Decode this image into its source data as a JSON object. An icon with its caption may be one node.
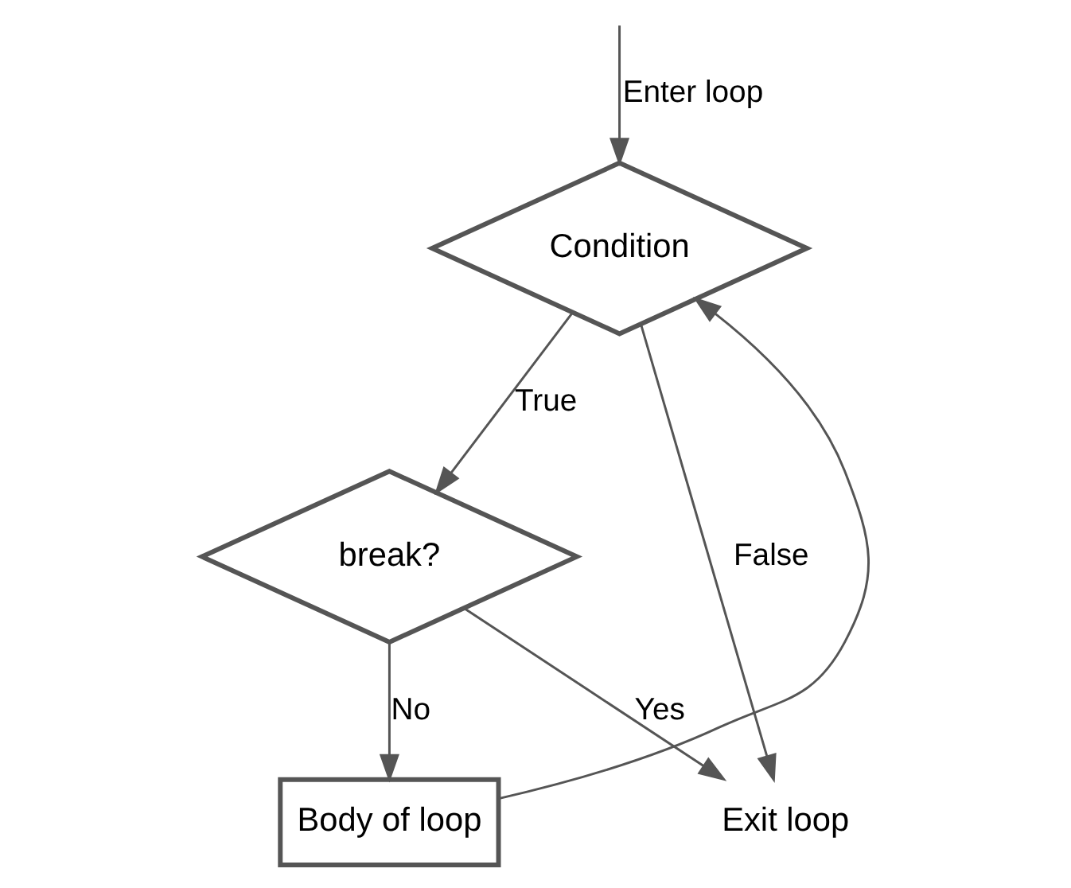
{
  "diagram": {
    "nodes": [
      {
        "text": [
          "Condition"
        ]
      },
      {
        "text": [
          "break?"
        ]
      },
      {
        "text": [
          "Body of loop"
        ]
      },
      {
        "text": [
          "Exit loop"
        ]
      }
    ],
    "edges": [
      {
        "from": null,
        "to": 0,
        "arrow": "to",
        "label": "Enter loop"
      },
      {
        "from": 0,
        "to": 1,
        "arrow": "to",
        "label": "True"
      },
      {
        "from": 0,
        "to": 3,
        "arrow": "to",
        "label": "False"
      },
      {
        "from": 1,
        "to": 3,
        "arrow": "to",
        "label": "Yes"
      },
      {
        "from": 1,
        "to": 2,
        "arrow": "to",
        "label": "No"
      },
      {
        "from": 2,
        "to": 0,
        "arrow": "to"
      }
    ]
  }
}
